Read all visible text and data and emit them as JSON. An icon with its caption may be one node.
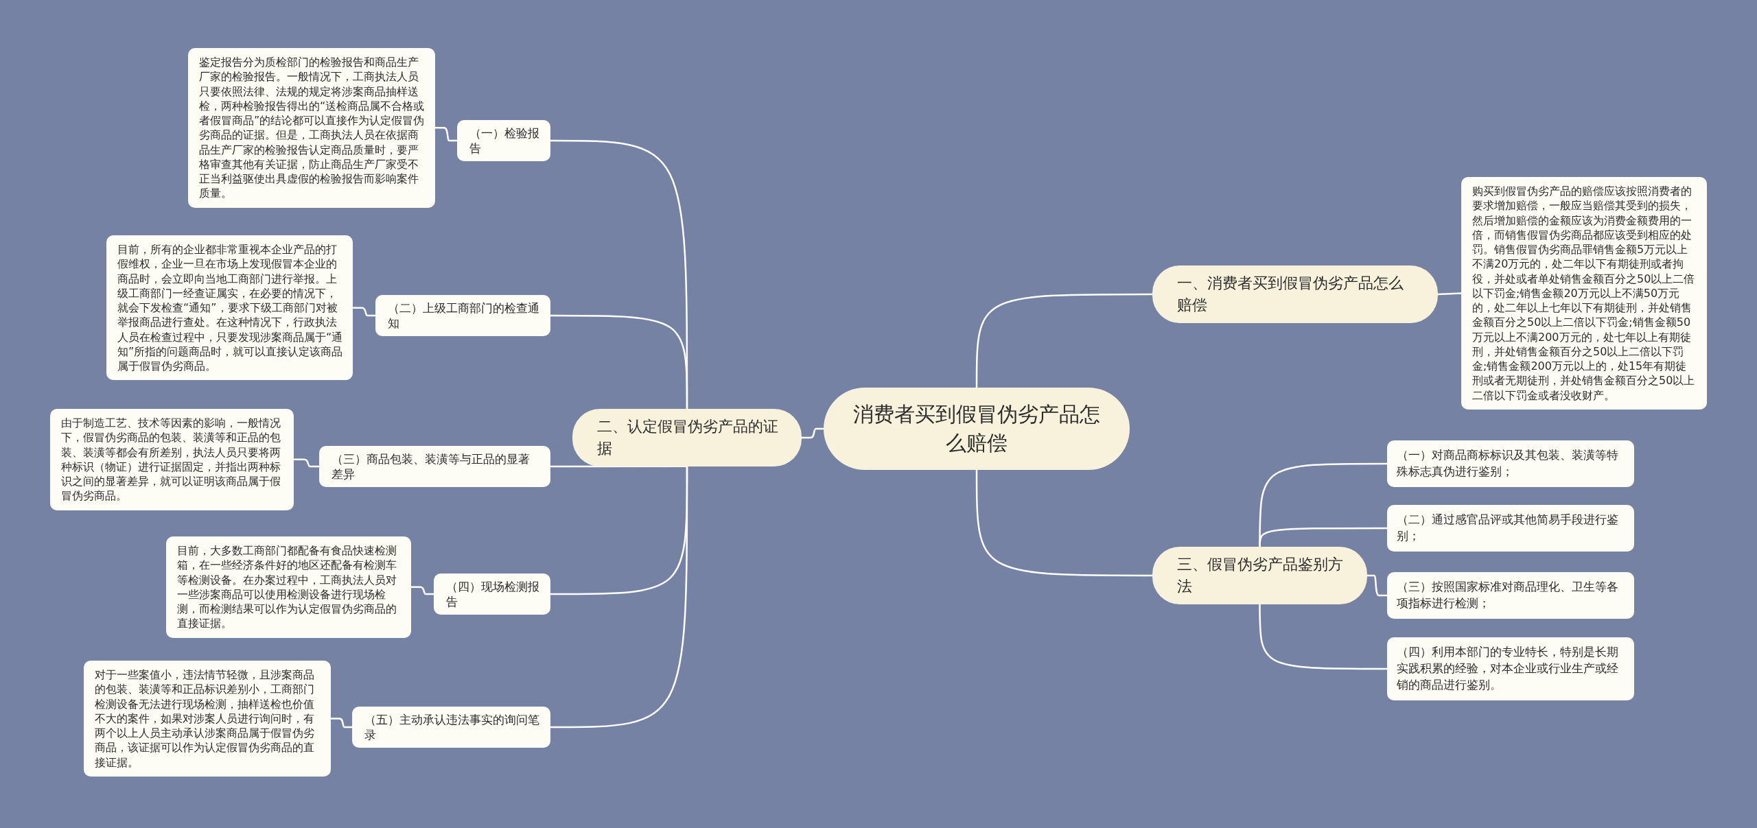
{
  "diagram": {
    "nodes": [
      {
        "text": [
          "消费者买到假冒伪劣产品怎么赔偿"
        ]
      },
      {
        "text": [
          "一、消费者买到假冒伪劣产品怎么赔偿"
        ]
      },
      {
        "text": [
          "购买到假冒伪劣产品的赔偿应该按照消费者的要求增加赔偿，一般应当赔偿其受到的损失，然后增加赔偿的金额应该为消费金额费用的一倍，而销售假冒伪劣商品都应该受到相应的处罚。销售假冒伪劣商品罪销售金额5万元以上不满20万元的，处二年以下有期徒刑或者拘役，并处或者单处销售金额百分之50以上二倍以下罚金;销售金额20万元以上不满50万元的，处二年以上七年以下有期徒刑，并处销售金额百分之50以上二倍以下罚金;销售金额50万元以上不满200万元的，处七年以上有期徒刑，并处销售金额百分之50以上二倍以下罚金;销售金额200万元以上的，处15年有期徒刑或者无期徒刑，并处销售金额百分之50以上二倍以下罚金或者没收财产。"
        ]
      },
      {
        "text": [
          "二、认定假冒伪劣产品的证据"
        ]
      },
      {
        "text": [
          "（一）检验报告"
        ]
      },
      {
        "text": [
          "鉴定报告分为质检部门的检验报告和商品生产厂家的检验报告。一般情况下，工商执法人员只要依照法律、法规的规定将涉案商品抽样送检，两种检验报告得出的“送检商品属不合格或者假冒商品”的结论都可以直接作为认定假冒伪劣商品的证据。但是，工商执法人员在依据商品生产厂家的检验报告认定商品质量时，要严格审查其他有关证据，防止商品生产厂家受不正当利益驱使出具虚假的检验报告而影响案件质量。"
        ]
      },
      {
        "text": [
          "（二）上级工商部门的检查通知"
        ]
      },
      {
        "text": [
          "目前，所有的企业都非常重视本企业产品的打假维权，企业一旦在市场上发现假冒本企业的商品时，会立即向当地工商部门进行举报。上级工商部门一经查证属实，在必要的情况下，就会下发检查“通知”，要求下级工商部门对被举报商品进行查处。在这种情况下，行政执法人员在检查过程中，只要发现涉案商品属于“通知”所指的问题商品时，就可以直接认定该商品属于假冒伪劣商品。"
        ]
      },
      {
        "text": [
          "（三）商品包装、装潢等与正品的显著差异"
        ]
      },
      {
        "text": [
          "由于制造工艺、技术等因素的影响，一般情况下，假冒伪劣商品的包装、装潢等和正品的包装、装潢等都会有所差别，执法人员只要将两种标识（物证）进行证据固定，并指出两种标识之间的显著差异，就可以证明该商品属于假冒伪劣商品。"
        ]
      },
      {
        "text": [
          "（四）现场检测报告"
        ]
      },
      {
        "text": [
          "目前，大多数工商部门都配备有食品快速检测箱，在一些经济条件好的地区还配备有检测车等检测设备。在办案过程中，工商执法人员对一些涉案商品可以使用检测设备进行现场检测，而检测结果可以作为认定假冒伪劣商品的直接证据。"
        ]
      },
      {
        "text": [
          "（五）主动承认违法事实的询问笔录"
        ]
      },
      {
        "text": [
          "对于一些案值小，违法情节轻微，且涉案商品的包装、装潢等和正品标识差别小，工商部门检测设备无法进行现场检测，抽样送检也价值不大的案件，如果对涉案人员进行询问时，有两个以上人员主动承认涉案商品属于假冒伪劣商品，该证据可以作为认定假冒伪劣商品的直接证据。"
        ]
      },
      {
        "text": [
          "三、假冒伪劣产品鉴别方法"
        ]
      },
      {
        "text": [
          "（一）对商品商标标识及其包装、装潢等特殊标志真伪进行鉴别；"
        ]
      },
      {
        "text": [
          "（二）通过感官品评或其他简易手段进行鉴别；"
        ]
      },
      {
        "text": [
          "（三）按照国家标准对商品理化、卫生等各项指标进行检测；"
        ]
      },
      {
        "text": [
          "（四）利用本部门的专业特长，特别是长期实践积累的经验，对本企业或行业生产或经销的商品进行鉴别。"
        ]
      }
    ],
    "edges": [
      {
        "from": 0,
        "to": 1,
        "arrow": "none"
      },
      {
        "from": 1,
        "to": 2,
        "arrow": "none"
      },
      {
        "from": 0,
        "to": 3,
        "arrow": "none"
      },
      {
        "from": 3,
        "to": 4,
        "arrow": "none"
      },
      {
        "from": 4,
        "to": 5,
        "arrow": "none"
      },
      {
        "from": 3,
        "to": 6,
        "arrow": "none"
      },
      {
        "from": 6,
        "to": 7,
        "arrow": "none"
      },
      {
        "from": 3,
        "to": 8,
        "arrow": "none"
      },
      {
        "from": 8,
        "to": 9,
        "arrow": "none"
      },
      {
        "from": 3,
        "to": 10,
        "arrow": "none"
      },
      {
        "from": 10,
        "to": 11,
        "arrow": "none"
      },
      {
        "from": 3,
        "to": 12,
        "arrow": "none"
      },
      {
        "from": 12,
        "to": 13,
        "arrow": "none"
      },
      {
        "from": 0,
        "to": 14,
        "arrow": "none"
      },
      {
        "from": 14,
        "to": 15,
        "arrow": "none"
      },
      {
        "from": 14,
        "to": 16,
        "arrow": "none"
      },
      {
        "from": 14,
        "to": 17,
        "arrow": "none"
      },
      {
        "from": 14,
        "to": 18,
        "arrow": "none"
      }
    ]
  }
}
